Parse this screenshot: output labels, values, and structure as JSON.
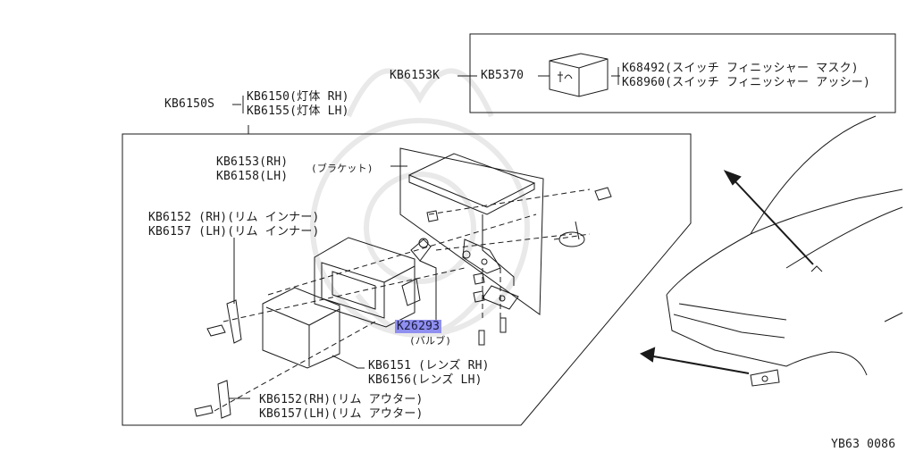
{
  "labels": {
    "kb6150s": "KB6150S",
    "kb6150_body_rh": "KB6150(灯体 RH)",
    "kb6155_body_lh": "KB6155(灯体 LH)",
    "kb6153k": "KB6153K",
    "kb5370": "KB5370",
    "k68492_mask": "K68492(スイッチ フィニッシャー マスク)",
    "k68960_assy": "K68960(スイッチ フィニッシャー アッシー)",
    "kb6153_rh": "KB6153(RH)",
    "bracket": "(ブラケット)",
    "kb6158_lh": "KB6158(LH)",
    "kb6152_rim_inner_rh": "KB6152 (RH)(リム インナー)",
    "kb6157_rim_inner_lh": "KB6157 (LH)(リム インナー)",
    "k26293_bulb_code": "K26293",
    "bulb": "(バルブ)",
    "kb6151_lens_rh": "KB6151 (レンズ RH)",
    "kb6156_lens_lh": "KB6156(レンズ LH)",
    "kb6152_rim_outer_rh": "KB6152(RH)(リム アウター)",
    "kb6157_rim_outer_lh": "KB6157(LH)(リム アウター)",
    "diagram_code": "YB63 0086"
  },
  "colors": {
    "line": "#1a1a1a",
    "highlight": "#8f8ff0",
    "watermark": "#e6e6e6"
  }
}
